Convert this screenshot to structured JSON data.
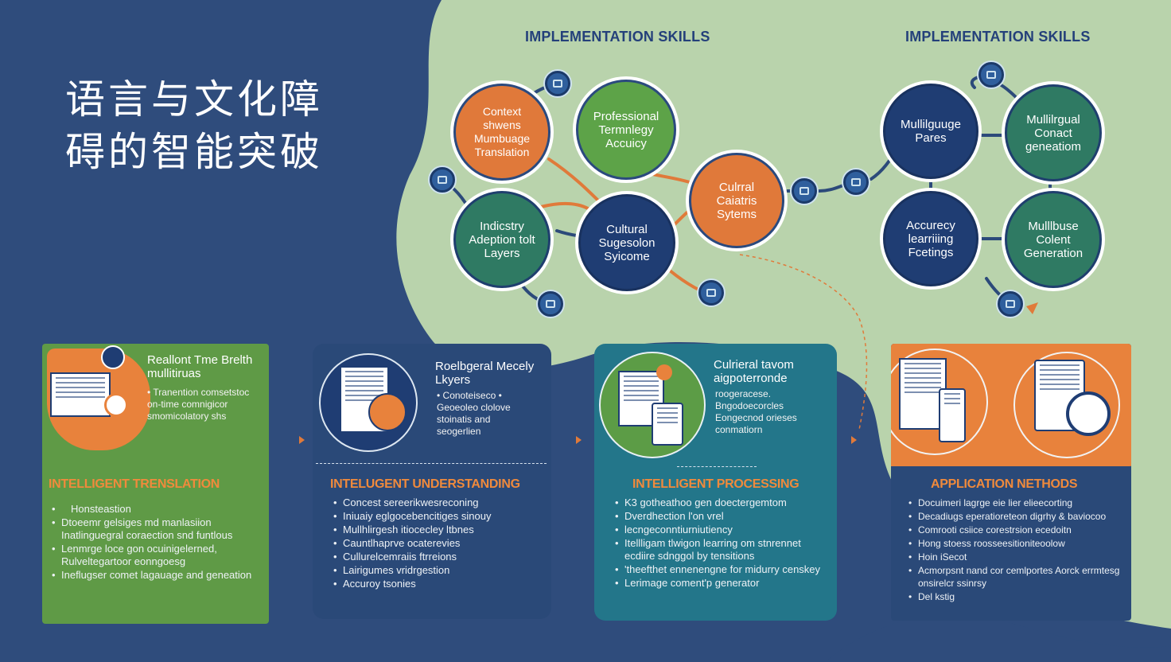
{
  "title": "语言与文化障碍的智能突破",
  "sections": {
    "left_head": "IMPLEMENTATION SKILLS",
    "right_head": "IMPLEMENTATION SKILLS"
  },
  "nodes": {
    "context": "Context shwens Mumbuage Translation",
    "professional": "Professional Termnlegy Accuicy",
    "industry": "Indicstry Adeption tolt Layers",
    "cultural_suggestion": "Cultural Sugesolon Syicome",
    "cultural_systems": "Culrral Caiatris Sytems",
    "multilingual_pairs": "Mullilguuge Pares",
    "multilingual_content": "Mullilrgual Conact geneatiom",
    "accuracy": "Accurecy learriiing Fcetings",
    "multiuse_content": "Mulllbuse Colent Generation"
  },
  "cards": [
    {
      "head": "Reallont Tme Brelth mullitiruas",
      "desc": "• Tranention comsetstoc on-time comnigicor smomicolatory shs",
      "label": "INTELLIGENT TRENSLATION",
      "items": [
        "Honsteastion",
        "Dtoeemr gelsiges md manlasiion Inatlinguegral coraection snd funtlous",
        "Lenmrge loce gon ocuinigelerned, Rulveltegartoor eonngoesg",
        "Ineflugser comet lagauage and geneation"
      ]
    },
    {
      "head": "Roelbgeral Mecely Lkyers",
      "desc": "• Conoteiseco • Geoeoleo clolove stoinatis and seogerlien",
      "label": "INTELUGENT UNDERSTANDING",
      "items": [
        "Concest sereerikwesreconing",
        "Iniuaiy eglgocebencitiges sinouy",
        "Mullhlirgesh itiocecley ltbnes",
        "Cauntlhaprve ocaterevies",
        "Cullurelcemraiis ftrreions",
        "Lairigumes vridrgestion",
        "Accuroy tsonies"
      ]
    },
    {
      "head": "Culrieral tavom aigpoterronde",
      "desc": "roogeracese. Bngodoecorcles Eongecnod orieses conmatiorn",
      "label": "INTELLIGENT PROCESSING",
      "items": [
        "K3 gotheathoo gen doectergemtom",
        "Dverdhection l'on vrel",
        "lecngeconntiurniutiency",
        "Itellligam tlwigon learring om stnrennet ecdiire sdnggol by tensitions",
        "'theefthet ennenengne for midurry censkey",
        "Lerimage coment'p generator"
      ]
    },
    {
      "head": "",
      "desc": "",
      "label": "APPLICATION NETHODS",
      "items": [
        "Docuimeri lagrge eie lier elieecorting",
        "Decadiugs eperatioreteon digrhy & baviocoo",
        "Comrooti csiice corestrsion ecedoitn",
        "Hong stoess roosseesitioniteoolow",
        "Hoin iSecot",
        "Acmorpsnt nand cor cemlportes Aorck errmtesg onsirelcr ssinrsy",
        "Del kstig"
      ]
    }
  ]
}
